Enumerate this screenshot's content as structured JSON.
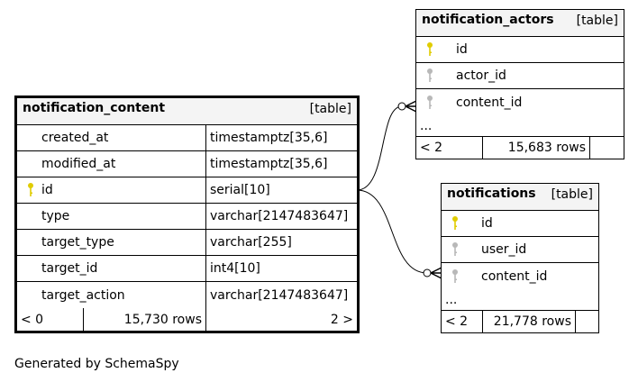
{
  "colors": {
    "primary_key": "#e0cc00",
    "foreign_key": "#b8b8b8",
    "header_bg": "#f4f4f4",
    "line": "#000000"
  },
  "main_table": {
    "name": "notification_content",
    "type": "[table]",
    "columns": [
      {
        "name": "created_at",
        "datatype": "timestamptz[35,6]",
        "key": "none"
      },
      {
        "name": "modified_at",
        "datatype": "timestamptz[35,6]",
        "key": "none"
      },
      {
        "name": "id",
        "datatype": "serial[10]",
        "key": "primary"
      },
      {
        "name": "type",
        "datatype": "varchar[2147483647]",
        "key": "none"
      },
      {
        "name": "target_type",
        "datatype": "varchar[255]",
        "key": "none"
      },
      {
        "name": "target_id",
        "datatype": "int4[10]",
        "key": "none"
      },
      {
        "name": "target_action",
        "datatype": "varchar[2147483647]",
        "key": "none"
      }
    ],
    "parents": "< 0",
    "rows": "15,730 rows",
    "children": "2 >"
  },
  "actors_table": {
    "name": "notification_actors",
    "type": "[table]",
    "columns": [
      {
        "name": "id",
        "key": "primary"
      },
      {
        "name": "actor_id",
        "key": "foreign"
      },
      {
        "name": "content_id",
        "key": "foreign"
      }
    ],
    "ellipsis": "...",
    "parents": "< 2",
    "rows": "15,683 rows"
  },
  "notifications_table": {
    "name": "notifications",
    "type": "[table]",
    "columns": [
      {
        "name": "id",
        "key": "primary"
      },
      {
        "name": "user_id",
        "key": "foreign"
      },
      {
        "name": "content_id",
        "key": "foreign"
      }
    ],
    "ellipsis": "...",
    "parents": "< 2",
    "rows": "21,778 rows"
  },
  "footer": "Generated by SchemaSpy"
}
